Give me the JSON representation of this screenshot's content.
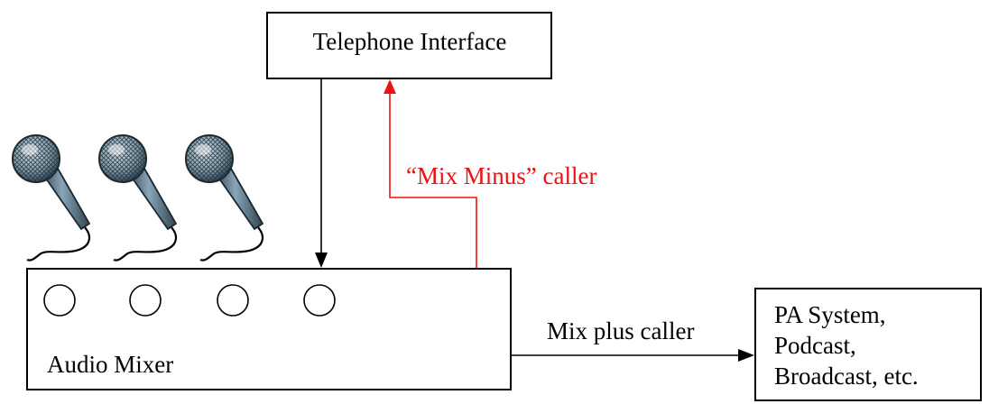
{
  "telephone_interface": {
    "label": "Telephone Interface"
  },
  "audio_mixer": {
    "label": "Audio Mixer",
    "knob_count": 4
  },
  "outputs": {
    "lines": [
      "PA System,",
      "Podcast,",
      "Broadcast, etc."
    ]
  },
  "connections": {
    "mix_minus_label": "“Mix Minus” caller",
    "mix_plus_label": "Mix plus caller"
  },
  "microphones": {
    "count": 3
  },
  "colors": {
    "line": "#000000",
    "mix_minus": "#ee1111",
    "mic_body": "#5f8296",
    "mic_dark": "#24323c",
    "mic_grille": "#9fb4c2"
  }
}
